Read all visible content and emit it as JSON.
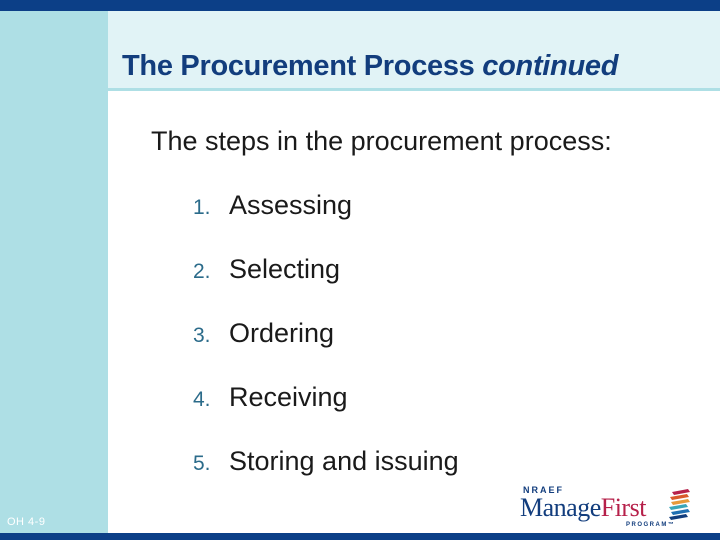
{
  "slide": {
    "title_main": "The Procurement Process",
    "title_emphasis": "continued",
    "intro": "The steps in the procurement process:",
    "steps": [
      {
        "number": "1.",
        "label": "Assessing"
      },
      {
        "number": "2.",
        "label": "Selecting"
      },
      {
        "number": "3.",
        "label": "Ordering"
      },
      {
        "number": "4.",
        "label": "Receiving"
      },
      {
        "number": "5.",
        "label": "Storing and issuing"
      }
    ],
    "slide_id": "OH 4-9"
  },
  "logo": {
    "top": "NRAEF",
    "main_part1": "Manage",
    "main_part2": "First",
    "bottom": "PROGRAM™"
  },
  "colors": {
    "navy": "#0c3f87",
    "light_teal": "#aedfe5",
    "header_band": "#e1f3f6",
    "title": "#123d7d",
    "numbers": "#2b6b8a"
  }
}
